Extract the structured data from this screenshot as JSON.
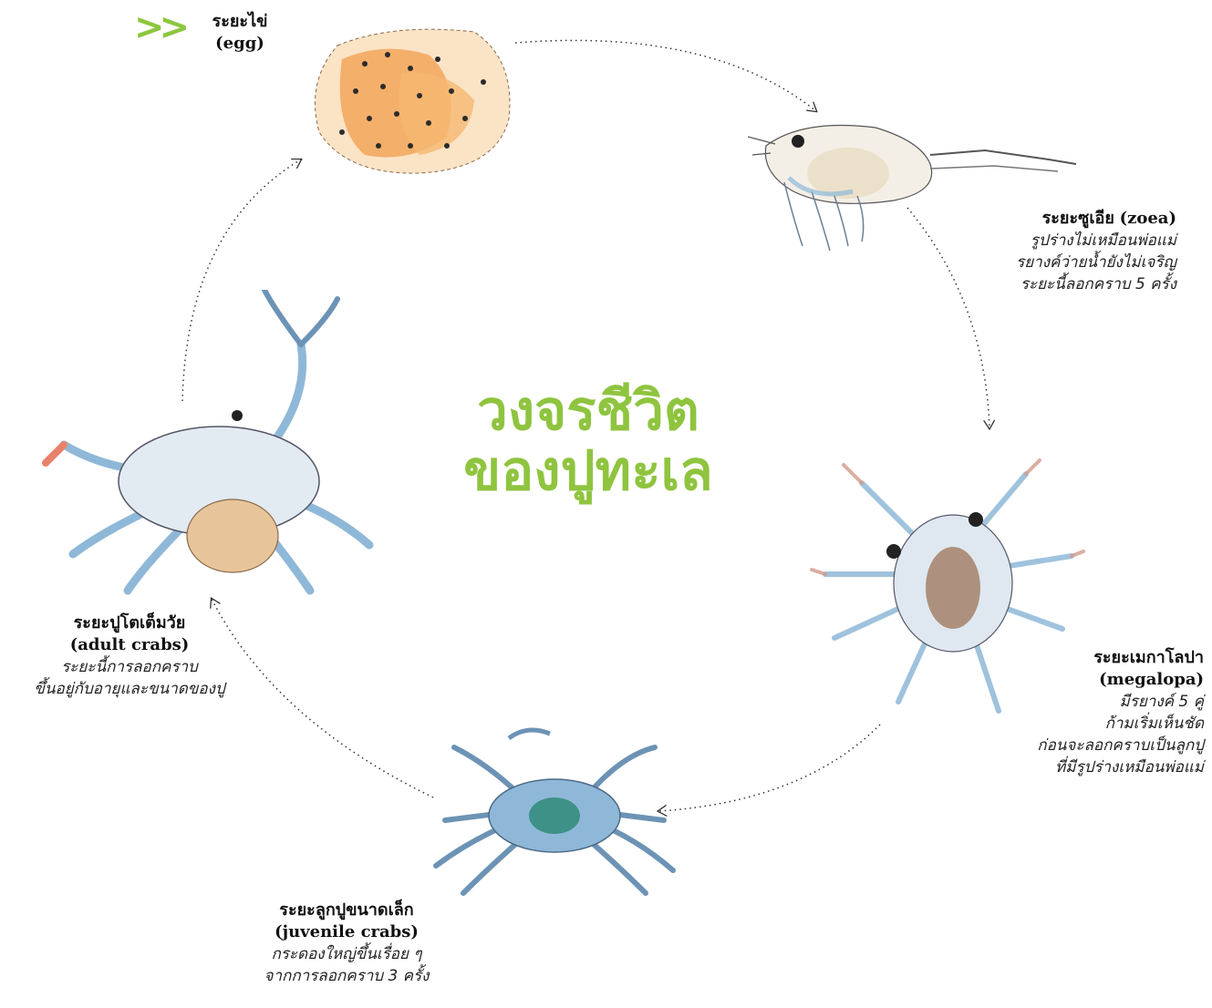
{
  "title": {
    "line1": "วงจรชีวิต",
    "line2": "ของปูทะเล"
  },
  "marker": ">>",
  "colors": {
    "accent": "#8fc43f",
    "crab_blue": "#8fb8d8",
    "egg_orange": "#f0a456",
    "arrow": "#333333"
  },
  "stages": [
    {
      "id": "egg",
      "name_th": "ระยะไข่",
      "name_en": "(egg)",
      "desc": []
    },
    {
      "id": "zoea",
      "name_th": "ระยะซูเอีย",
      "name_en": "(zoea)",
      "desc": [
        "รูปร่างไม่เหมือนพ่อแม่",
        "รยางค์ว่ายน้ำยังไม่เจริญ",
        "ระยะนี้ลอกคราบ 5 ครั้ง"
      ]
    },
    {
      "id": "megalopa",
      "name_th": "ระยะเมกาโลปา",
      "name_en": "(megalopa)",
      "desc": [
        "มีรยางค์ 5 คู่",
        "ก้ามเริ่มเห็นชัด",
        "ก่อนจะลอกคราบเป็นลูกปู",
        "ที่มีรูปร่างเหมือนพ่อแม่"
      ]
    },
    {
      "id": "juvenile",
      "name_th": "ระยะลูกปูขนาดเล็ก",
      "name_en": "(juvenile crabs)",
      "desc": [
        "กระดองใหญ่ขึ้นเรื่อย ๆ",
        "จากการลอกคราบ 3 ครั้ง"
      ]
    },
    {
      "id": "adult",
      "name_th": "ระยะปูโตเต็มวัย",
      "name_en": "(adult crabs)",
      "desc": [
        "ระยะนี้การลอกคราบ",
        "ขึ้นอยู่กับอายุและขนาดของปู"
      ]
    }
  ]
}
